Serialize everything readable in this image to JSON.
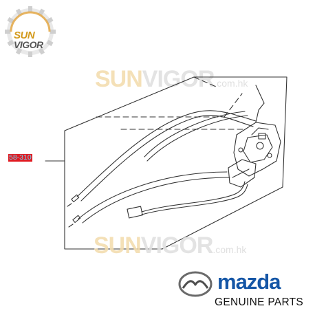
{
  "logo": {
    "line1": "SUN",
    "line2": "VIGOR"
  },
  "watermarks": {
    "top": {
      "brand_a": "SUN",
      "brand_b": "VIGOR",
      "domain": ".com.hk"
    },
    "bottom": {
      "brand_a": "SUN",
      "brand_b": "VIGOR",
      "domain": ".com.hk"
    }
  },
  "part_label": "58-310",
  "branding": {
    "wordmark": "mazda",
    "tagline": "GENUINE PARTS"
  },
  "colors": {
    "label_bg": "#e11b22",
    "label_text": "#6fd4f0",
    "mazda_blue": "#1556a6",
    "logo_gold": "#d39a1c",
    "line_art": "#333333"
  },
  "icons": [
    "sunvigor-gear-logo",
    "mazda-emblem-icon"
  ]
}
